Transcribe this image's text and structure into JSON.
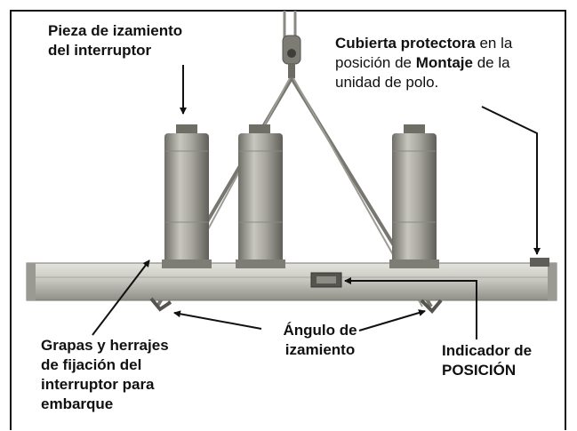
{
  "labels": {
    "lift_piece": [
      "Pieza de izamiento",
      "del interruptor"
    ],
    "cover": {
      "l1_bold": "Cubierta protectora",
      "l1_rest": " en la",
      "l2_start": "posición de ",
      "l2_bold": "Montaje",
      "l2_end": " de la",
      "l3": "unidad de polo."
    },
    "clamps": [
      "Grapas y herrajes",
      "de fijación del",
      "interruptor para",
      "embarque"
    ],
    "angle": [
      "Ángulo de",
      "izamiento"
    ],
    "indicator": [
      "Indicador de",
      "POSICIÓN"
    ]
  },
  "colors": {
    "ink": "#111111",
    "steel_light": "#d9d9d3",
    "steel_mid": "#a9a8a0",
    "steel_dark": "#6e6d66"
  }
}
